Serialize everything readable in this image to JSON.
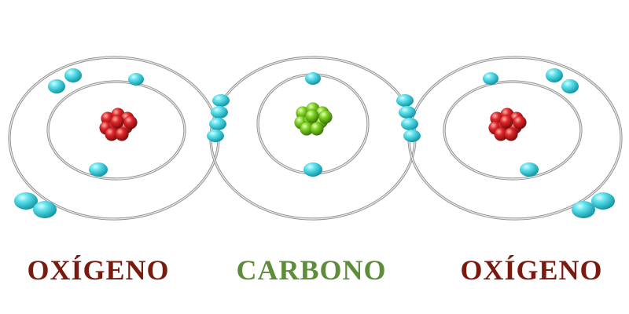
{
  "atoms": [
    {
      "label": "OXÍGENO",
      "element": "oxygen",
      "label_color": "#7a1a0e",
      "nucleus_color": "#e0262a"
    },
    {
      "label": "CARBONO",
      "element": "carbon",
      "label_color": "#5e8d3a",
      "nucleus_color": "#7ed321"
    },
    {
      "label": "OXÍGENO",
      "element": "oxygen",
      "label_color": "#7a1a0e",
      "nucleus_color": "#e0262a"
    }
  ],
  "colors": {
    "electron": "#2cc7d4",
    "orbit": "#b3b3b3",
    "background": "#ffffff"
  }
}
